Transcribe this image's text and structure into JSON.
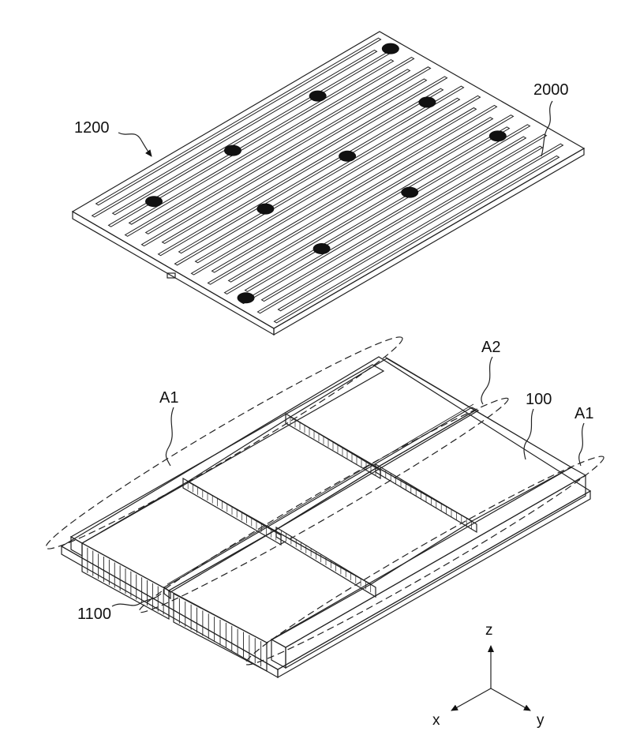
{
  "labels": {
    "plate": "1200",
    "dot": "2000",
    "a1_left": "A1",
    "a2": "A2",
    "cell": "100",
    "a1_right": "A1",
    "base": "1100"
  },
  "axes": {
    "z": "z",
    "x": "x",
    "y": "y"
  },
  "plate_dot_count": 11,
  "plate_slot_count": 24,
  "cell_count": 6
}
